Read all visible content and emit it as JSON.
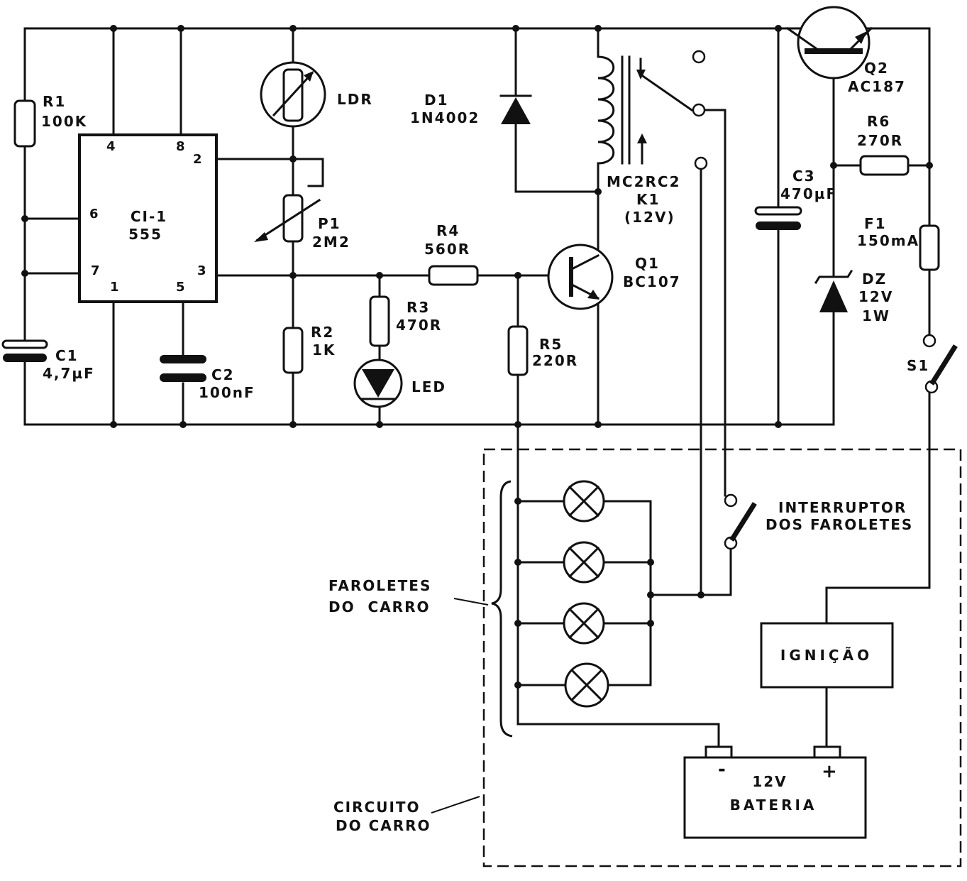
{
  "components": {
    "r1": {
      "ref": "R1",
      "value": "100K"
    },
    "ci1": {
      "ref": "CI-1",
      "value": "555",
      "pins": {
        "p4": "4",
        "p8": "8",
        "p2": "2",
        "p6": "6",
        "p7": "7",
        "p1": "1",
        "p5": "5",
        "p3": "3"
      }
    },
    "ldr": {
      "ref": "LDR"
    },
    "d1": {
      "ref": "D1",
      "value": "1N4002"
    },
    "k1": {
      "model": "MC2RC2",
      "ref": "K1",
      "value": "(12V)"
    },
    "q2": {
      "ref": "Q2",
      "value": "AC187"
    },
    "r6": {
      "ref": "R6",
      "value": "270R"
    },
    "c3": {
      "ref": "C3",
      "value": "470µF"
    },
    "f1": {
      "ref": "F1",
      "value": "150mA"
    },
    "dz": {
      "ref": "DZ",
      "value": "12V",
      "power": "1W"
    },
    "s1": {
      "ref": "S1"
    },
    "p1": {
      "ref": "P1",
      "value": "2M2"
    },
    "r4": {
      "ref": "R4",
      "value": "560R"
    },
    "q1": {
      "ref": "Q1",
      "value": "BC107"
    },
    "r3": {
      "ref": "R3",
      "value": "470R"
    },
    "r2": {
      "ref": "R2",
      "value": "1K"
    },
    "r5": {
      "ref": "R5",
      "value": "220R"
    },
    "led": {
      "ref": "LED"
    },
    "c1": {
      "ref": "C1",
      "value": "4,7µF"
    },
    "c2": {
      "ref": "C2",
      "value": "100nF"
    }
  },
  "car": {
    "switch_line1": "INTERRUPTOR",
    "switch_line2": "DOS FAROLETES",
    "lamps_line1": "FAROLETES",
    "lamps_line2": "DO  CARRO",
    "ignition": "IGNIÇÃO",
    "battery_voltage": "12V",
    "battery_label": "BATERIA",
    "battery_minus": "-",
    "battery_plus": "+",
    "circuit_line1": "CIRCUITO",
    "circuit_line2": "DO CARRO"
  }
}
